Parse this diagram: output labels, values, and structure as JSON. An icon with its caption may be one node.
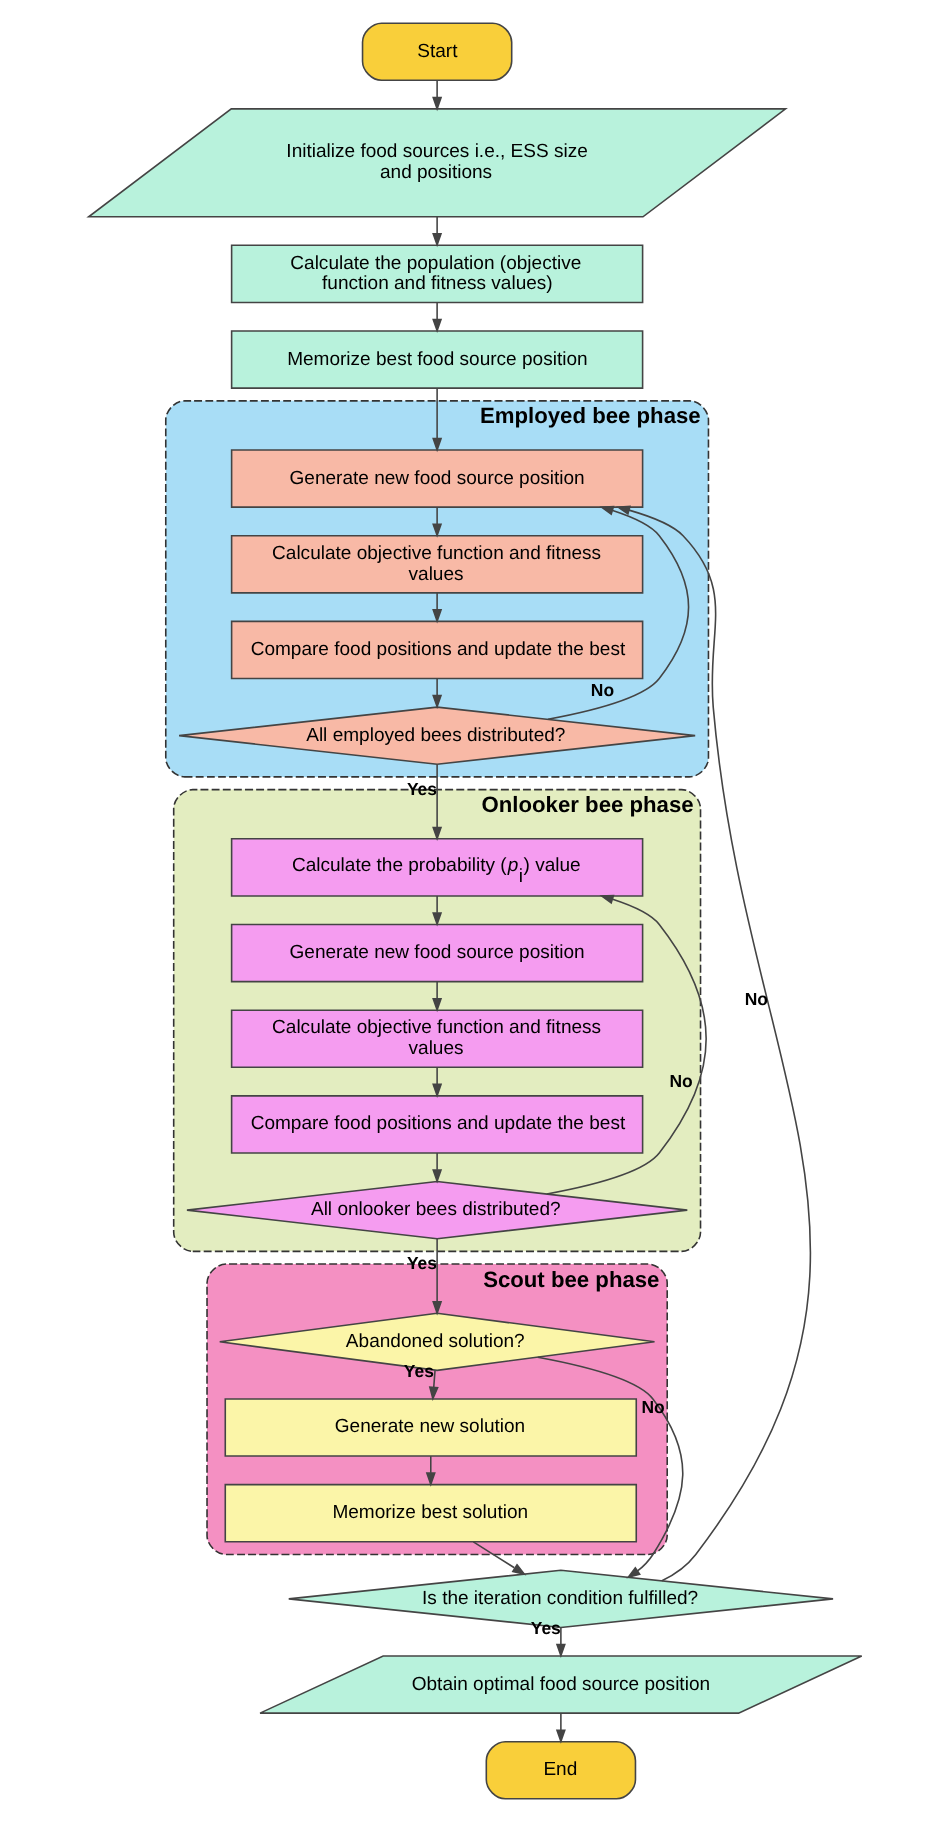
{
  "diagram": {
    "nodes": [
      {
        "text": [
          "Start"
        ]
      },
      {
        "text": [
          "Initialize food sources i.e., ESS size and positions"
        ]
      },
      {
        "text": [
          "Calculate the population (objective function and fitness values)"
        ]
      },
      {
        "text": [
          "Memorize best food source position"
        ]
      },
      {
        "text": [
          "Employed bee phase"
        ]
      },
      {
        "text": [
          "Generate new food source position"
        ],
        "in": 4
      },
      {
        "text": [
          "Calculate objective function and fitness values"
        ],
        "in": 4
      },
      {
        "text": [
          "Compare food positions and update the best"
        ],
        "in": 4
      },
      {
        "text": [
          "All employed bees distributed?"
        ],
        "in": 4
      },
      {
        "text": [
          "Onlooker bee phase"
        ]
      },
      {
        "text": [
          "Calculate the probability (*p*$_{i}$) value"
        ],
        "in": 9
      },
      {
        "text": [
          "Generate new food source position"
        ],
        "in": 9
      },
      {
        "text": [
          "Calculate objective function and fitness values"
        ],
        "in": 9
      },
      {
        "text": [
          "Compare food positions and update the best"
        ],
        "in": 9
      },
      {
        "text": [
          "All onlooker bees distributed?"
        ],
        "in": 9
      },
      {
        "text": [
          "Scout bee phase"
        ]
      },
      {
        "text": [
          "Abandoned solution?"
        ],
        "in": 15
      },
      {
        "text": [
          "Generate new solution"
        ],
        "in": 15
      },
      {
        "text": [
          "Memorize best solution"
        ],
        "in": 15
      },
      {
        "text": [
          "Is the iteration condition fulfilled?"
        ]
      },
      {
        "text": [
          "Obtain optimal food source position"
        ]
      },
      {
        "text": [
          "End"
        ]
      }
    ],
    "edges": [
      {
        "from": 0,
        "to": 1,
        "arrow": "to"
      },
      {
        "from": 1,
        "to": 2,
        "arrow": "to"
      },
      {
        "from": 2,
        "to": 3,
        "arrow": "to"
      },
      {
        "from": 3,
        "to": 5,
        "arrow": "to"
      },
      {
        "from": 5,
        "to": 6,
        "arrow": "to"
      },
      {
        "from": 6,
        "to": 7,
        "arrow": "to"
      },
      {
        "from": 7,
        "to": 8,
        "arrow": "to"
      },
      {
        "from": 8,
        "to": 5,
        "label": "No",
        "arrow": "to"
      },
      {
        "from": 8,
        "to": 10,
        "label": "Yes",
        "arrow": "to"
      },
      {
        "from": 10,
        "to": 11,
        "arrow": "to"
      },
      {
        "from": 11,
        "to": 12,
        "arrow": "to"
      },
      {
        "from": 12,
        "to": 13,
        "arrow": "to"
      },
      {
        "from": 13,
        "to": 14,
        "arrow": "to"
      },
      {
        "from": 14,
        "to": 10,
        "label": "No",
        "arrow": "to"
      },
      {
        "from": 14,
        "to": 16,
        "label": "Yes",
        "arrow": "to"
      },
      {
        "from": 16,
        "to": 17,
        "label": "Yes",
        "arrow": "to"
      },
      {
        "from": 16,
        "to": 19,
        "label": "No",
        "arrow": "to"
      },
      {
        "from": 17,
        "to": 18,
        "arrow": "to"
      },
      {
        "from": 18,
        "to": 19,
        "arrow": "to"
      },
      {
        "from": 19,
        "to": 5,
        "label": "No",
        "arrow": "to"
      },
      {
        "from": 19,
        "to": 20,
        "label": "Yes",
        "arrow": "to"
      },
      {
        "from": 20,
        "to": 21,
        "arrow": "to"
      }
    ]
  }
}
